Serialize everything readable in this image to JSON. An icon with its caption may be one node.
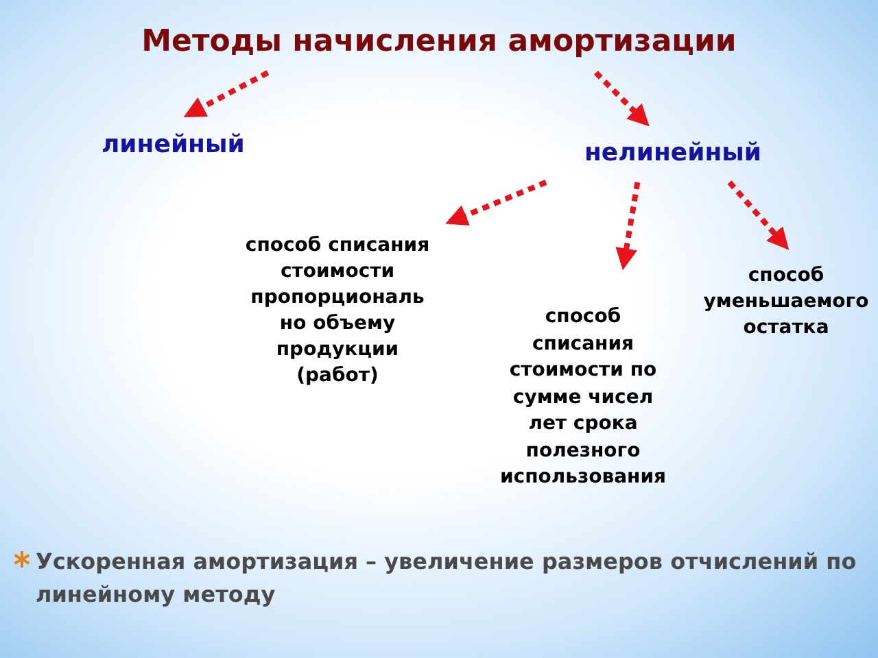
{
  "diagram": {
    "nodes": [
      {
        "text": [
          "Методы начисления амортизации"
        ]
      },
      {
        "text": [
          "линейный"
        ]
      },
      {
        "text": [
          "нелинейный"
        ]
      },
      {
        "text": [
          "способ списания стоимости пропорциональ но объему продукции (работ)"
        ]
      },
      {
        "text": [
          "способ списания стоимости по сумме чисел лет срока полезного использования"
        ]
      },
      {
        "text": [
          "способ уменьшаемого остатка"
        ]
      }
    ],
    "edges": [
      {
        "from": 0,
        "to": 1,
        "arrow": "to",
        "style": "dashed"
      },
      {
        "from": 0,
        "to": 2,
        "arrow": "to",
        "style": "dashed"
      },
      {
        "from": 2,
        "to": 3,
        "arrow": "to",
        "style": "dashed"
      },
      {
        "from": 2,
        "to": 4,
        "arrow": "to",
        "style": "dashed"
      },
      {
        "from": 2,
        "to": 5,
        "arrow": "to",
        "style": "dashed"
      }
    ],
    "labels": [
      "**Ускоренная амортизация** – увеличение размеров отчислений по линейному методу"
    ]
  }
}
